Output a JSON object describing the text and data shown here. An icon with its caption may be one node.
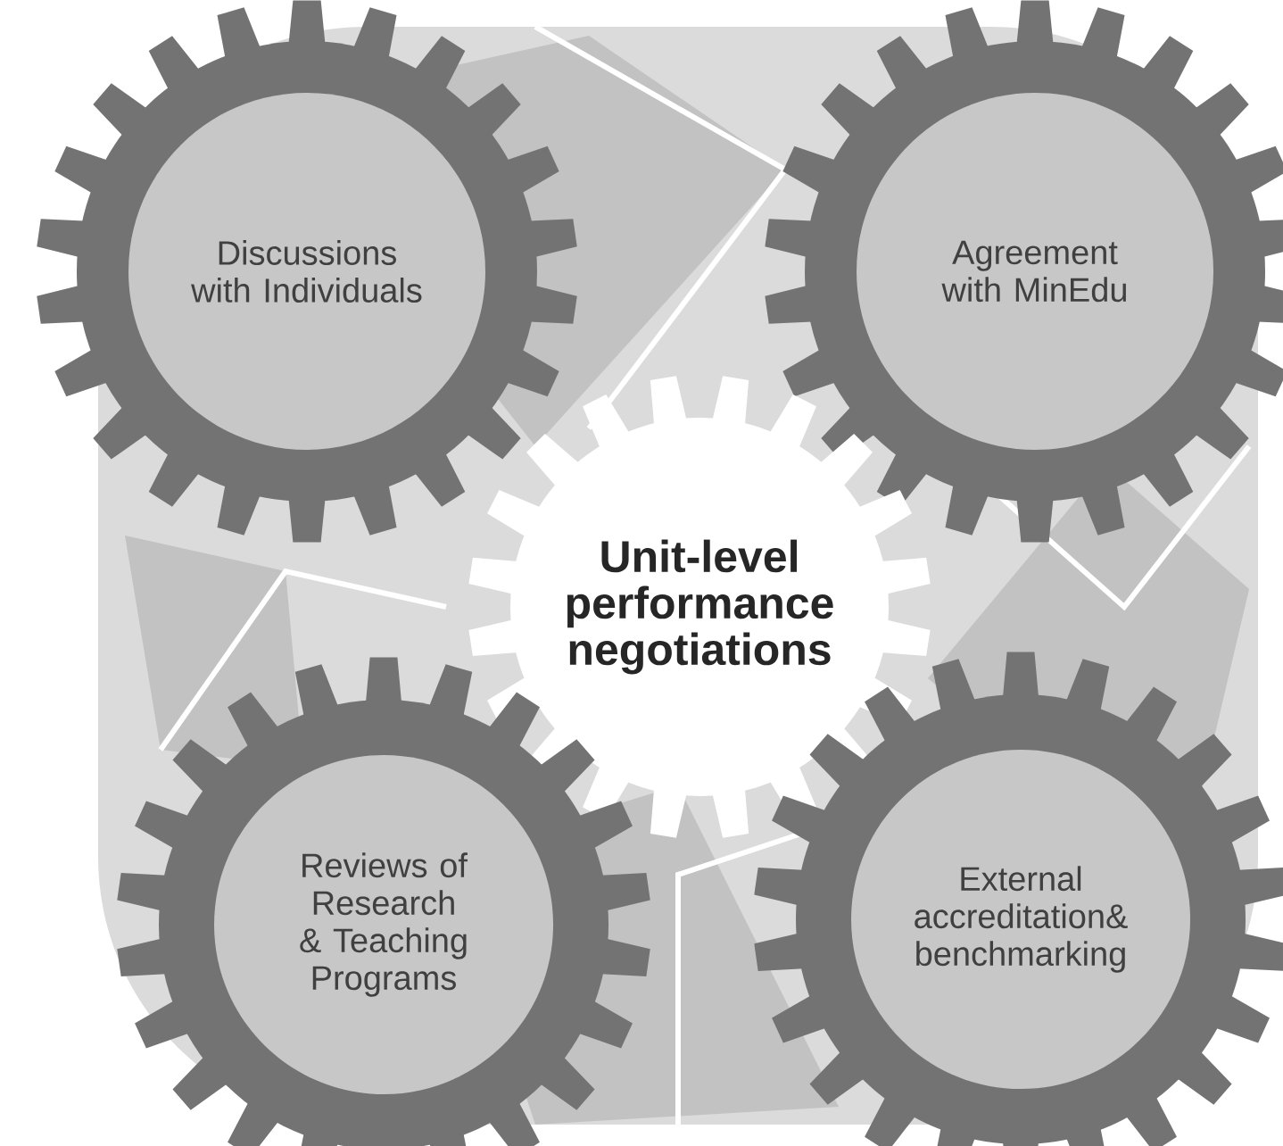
{
  "diagram": {
    "nodes": [
      {
        "text": [
          "Discussions with Individuals"
        ]
      },
      {
        "text": [
          "Agreement with MinEdu"
        ]
      },
      {
        "text": [
          "Unit-level performance negotiations"
        ]
      },
      {
        "text": [
          "Reviews of Research & Teaching Programs"
        ]
      },
      {
        "text": [
          "External accreditation& benchmarking"
        ]
      }
    ]
  }
}
